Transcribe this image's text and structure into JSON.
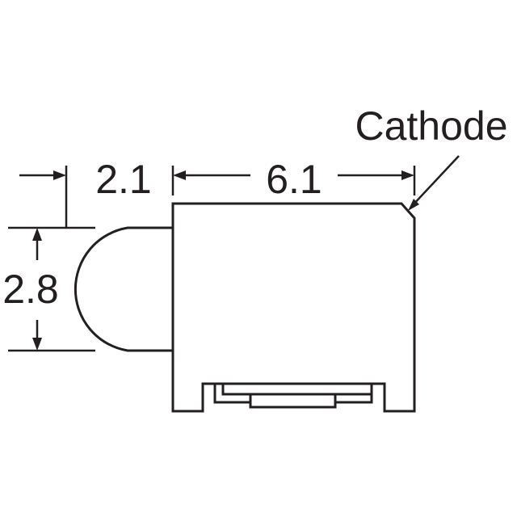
{
  "diagram": {
    "labels": {
      "cathode": "Cathode",
      "lead_length": "2.1",
      "body_length": "6.1",
      "height": "2.8"
    },
    "units": "",
    "colors": {
      "line": "#231f20",
      "background": "#ffffff"
    }
  }
}
